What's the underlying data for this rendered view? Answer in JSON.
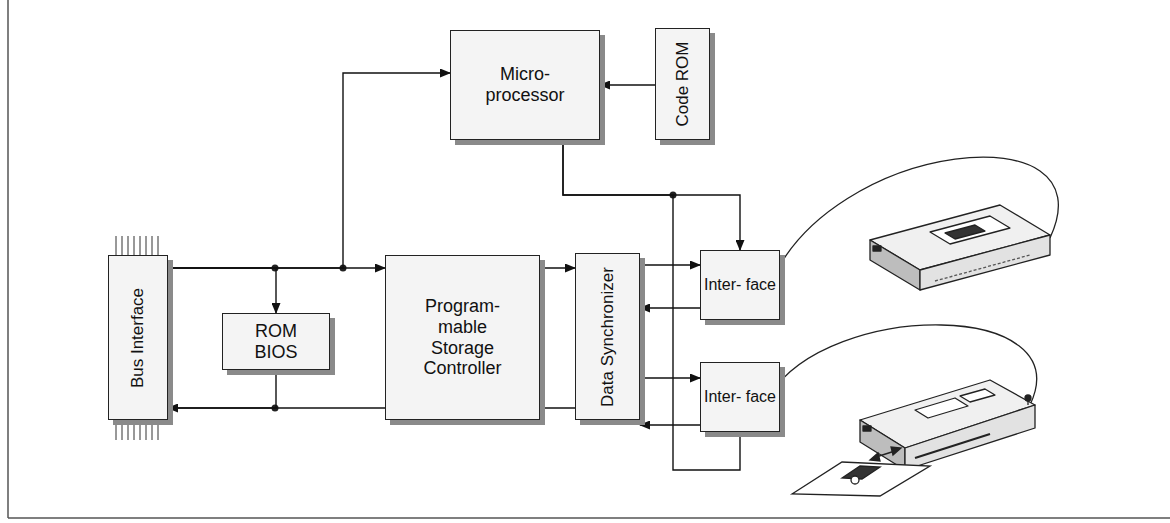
{
  "diagram": {
    "nodes": [
      {
        "text": [
          "Bus Interface"
        ]
      },
      {
        "text": [
          "ROM BIOS"
        ]
      },
      {
        "text": [
          "Micro- processor"
        ]
      },
      {
        "text": [
          "Code ROM"
        ]
      },
      {
        "text": [
          "Program- mable Storage Controller"
        ]
      },
      {
        "text": [
          "Data Synchronizer"
        ]
      },
      {
        "text": [
          "Inter- face"
        ]
      },
      {
        "text": [
          "Inter- face"
        ]
      }
    ],
    "edges": [
      {
        "from": 0,
        "to": 1,
        "arrow": "to"
      },
      {
        "from": 0,
        "to": 4,
        "arrow": "to"
      },
      {
        "from": 0,
        "to": 2,
        "arrow": "to"
      },
      {
        "from": 1,
        "to": 0,
        "arrow": "to"
      },
      {
        "from": 4,
        "to": 0,
        "arrow": "none"
      },
      {
        "from": 3,
        "to": 2,
        "arrow": "to"
      },
      {
        "from": 4,
        "to": 5,
        "arrow": "to"
      },
      {
        "from": 5,
        "to": 4,
        "arrow": "none"
      },
      {
        "from": 2,
        "to": 6,
        "arrow": "to"
      },
      {
        "from": 2,
        "to": 7,
        "arrow": "none"
      },
      {
        "from": 5,
        "to": 6,
        "arrow": "to"
      },
      {
        "from": 6,
        "to": 5,
        "arrow": "to"
      },
      {
        "from": 5,
        "to": 7,
        "arrow": "to"
      },
      {
        "from": 7,
        "to": 5,
        "arrow": "to"
      }
    ]
  }
}
